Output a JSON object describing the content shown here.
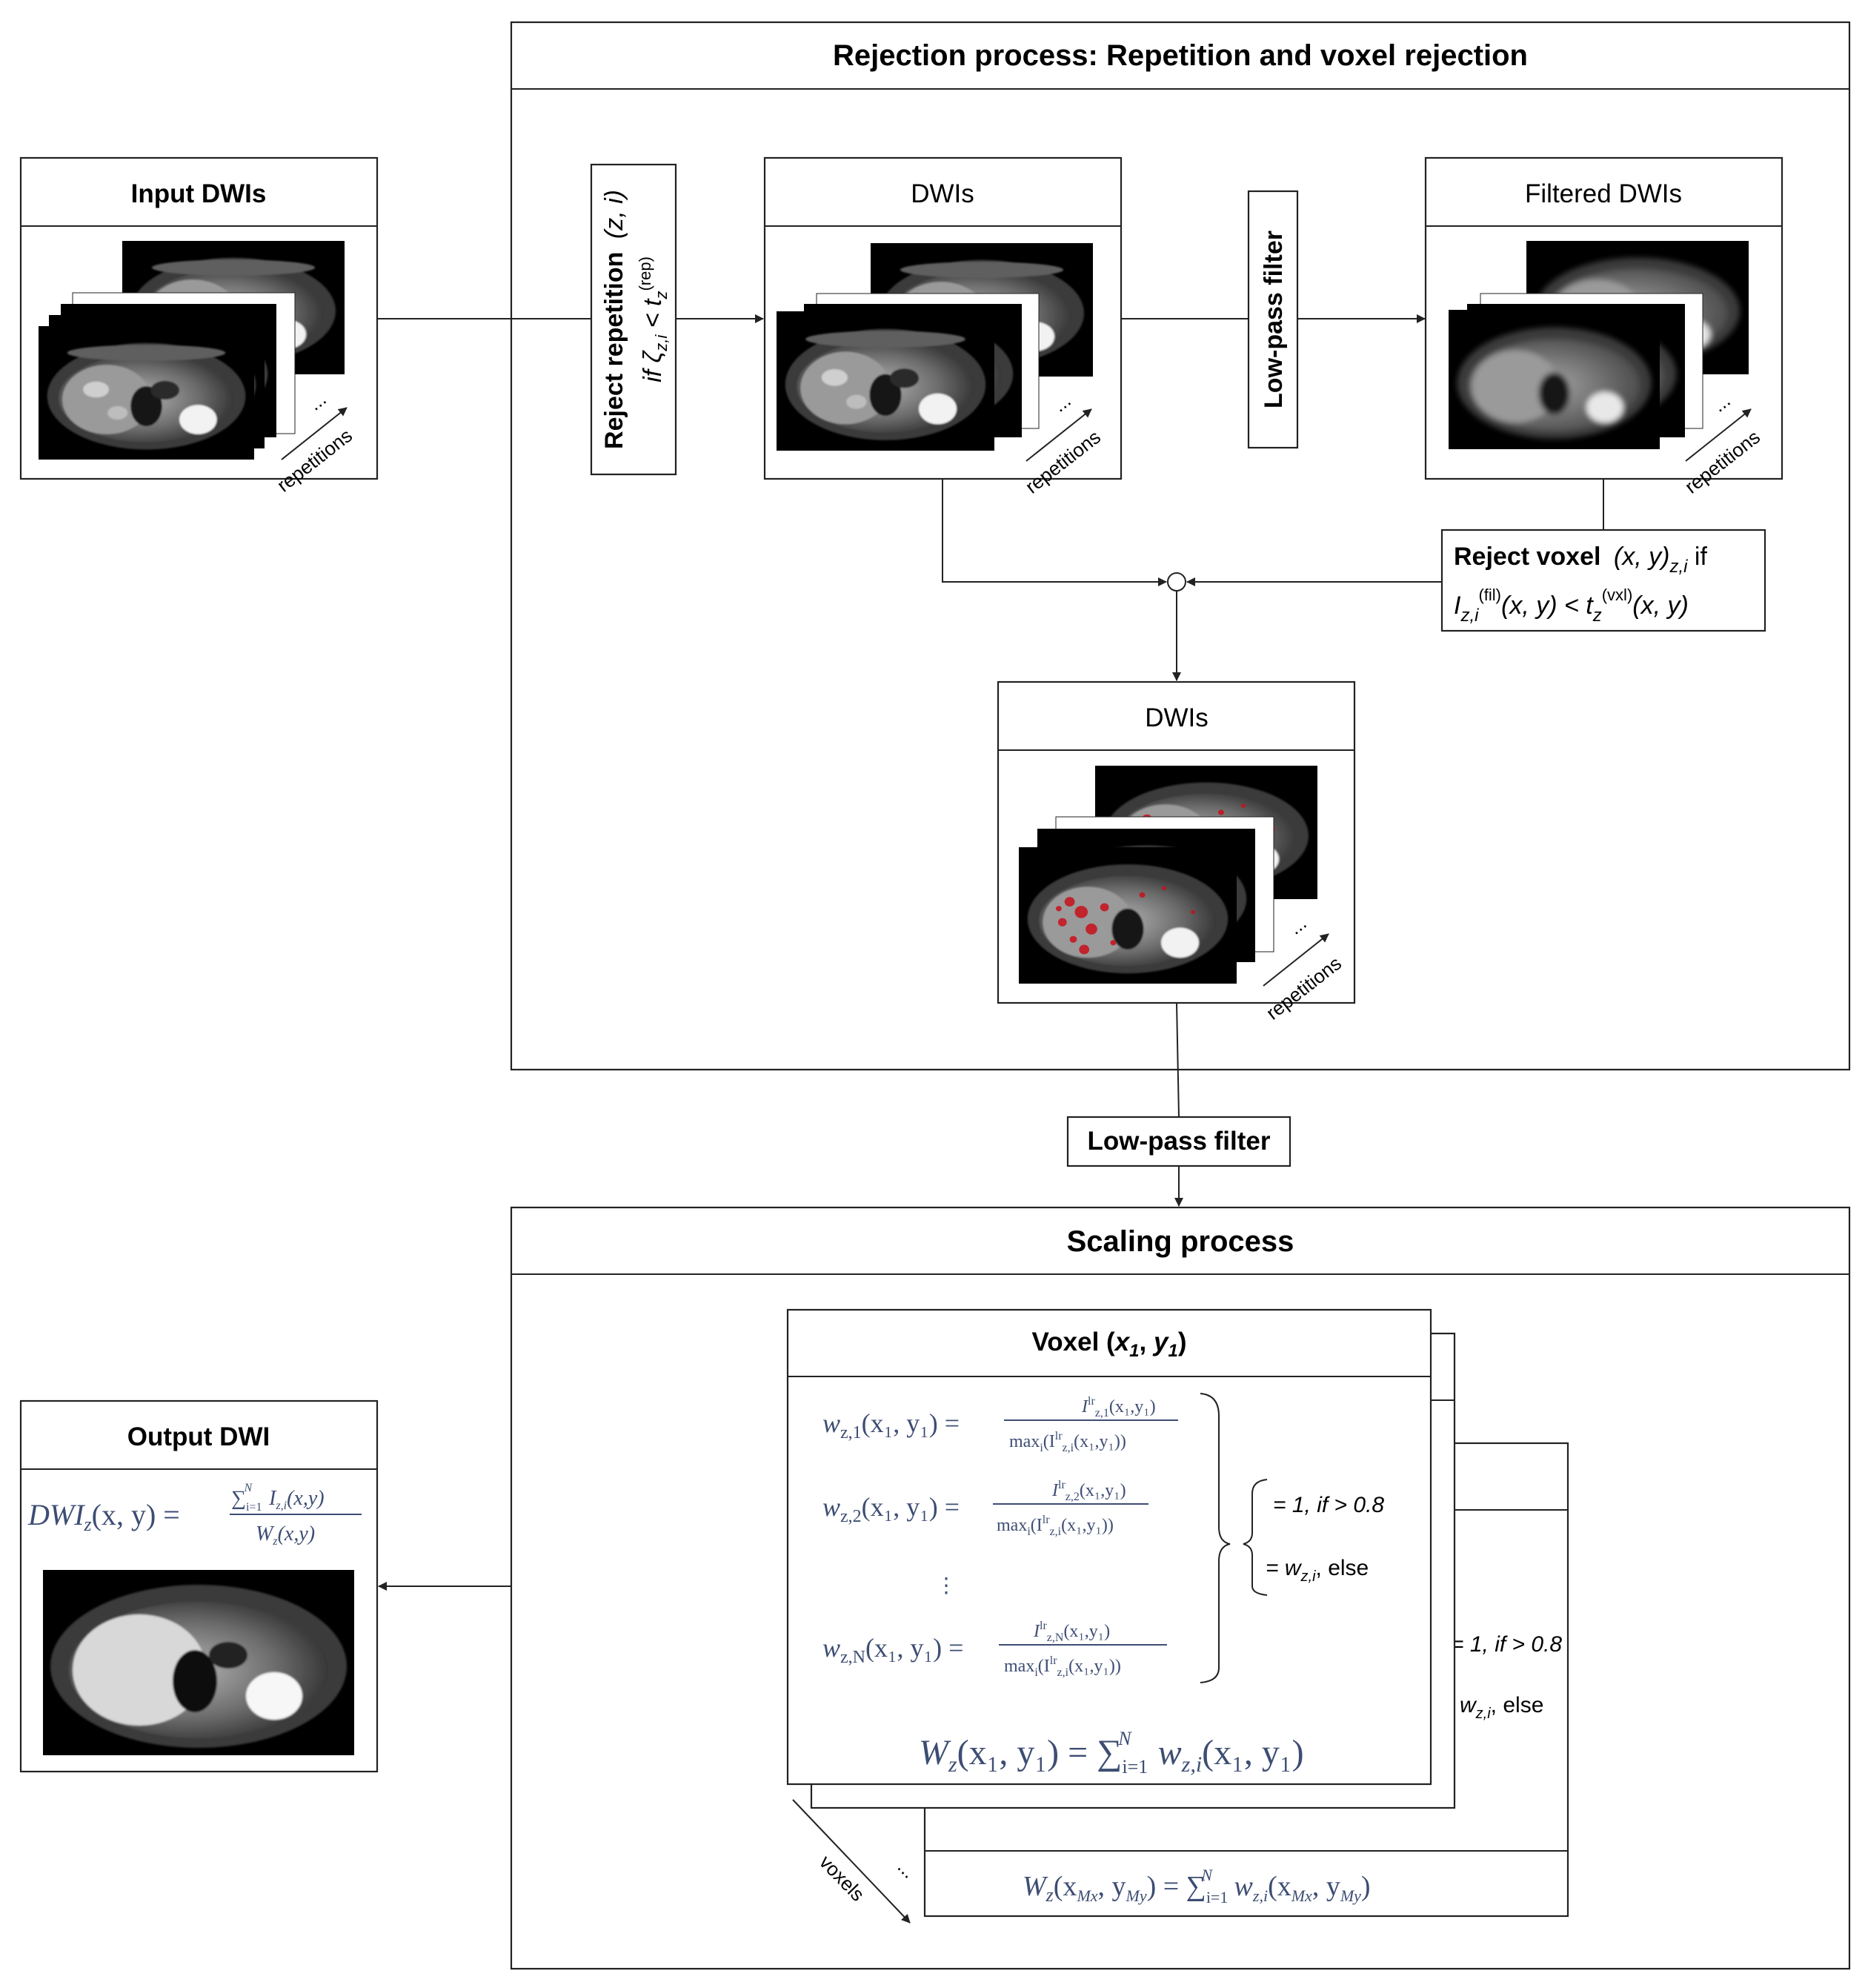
{
  "rejection_process": {
    "title": "Rejection process: Repetition and voxel rejection",
    "dwis_label": "DWIs",
    "filtered_label": "Filtered DWIs",
    "lowpass_label": "Low-pass filter",
    "reject_repetition_title": "Reject repetition",
    "reject_repetition_vars": "(z, i)",
    "reject_repetition_cond": "if ζ",
    "reject_repetition_sub": "z,i",
    "reject_repetition_lt": " < t",
    "reject_repetition_tsub": "z",
    "reject_repetition_sup": "(rep)",
    "reject_voxel_title": "Reject voxel",
    "reject_voxel_vars": "(x, y)",
    "reject_voxel_sub": "z,i",
    "reject_voxel_if": " if",
    "reject_voxel_I": "I",
    "reject_voxel_Isub": "z,i",
    "reject_voxel_Isup": "(fil)",
    "reject_voxel_mid": "(x, y) < t",
    "reject_voxel_tsub": "z",
    "reject_voxel_tsup": "(vxl)",
    "reject_voxel_end": "(x, y)",
    "result_label": "DWIs"
  },
  "input": {
    "title": "Input DWIs"
  },
  "repetitions_label": "repetitions",
  "ellipsis": "...",
  "lowpass_between": "Low-pass filter",
  "scaling_process": {
    "title": "Scaling process",
    "voxel_title_prefix": "Voxel (",
    "voxel_x": "x",
    "voxel_sub1": "1",
    "voxel_sep": ", ",
    "voxel_y": "y",
    "voxel_close": ")",
    "w1": "w",
    "w_sub_1": "z,1",
    "w_sub_2": "z,2",
    "w_sub_N": "z,N",
    "w_args": "(x₁, y₁) =",
    "frac_num_1": "I",
    "frac_num_sub_1": "z,1",
    "frac_num_sub_2": "z,2",
    "frac_num_sub_N": "z,N",
    "frac_num_sup": "lr",
    "frac_num_args": "(x₁,y₁)",
    "frac_den": "max",
    "frac_den_sub": "i",
    "frac_den_inner": "(I",
    "frac_den_inner_sub": "z,i",
    "frac_den_inner_args": "(x₁,y₁))",
    "vdots": "⋮",
    "cond_one": "= 1, if > 0.8",
    "cond_else_prefix": "= w",
    "cond_else_sub": "z,i",
    "cond_else_suffix": ", else",
    "back_cond_one": "= 1, if > 0.8",
    "back_cond_else_prefix": "w",
    "back_cond_else_suffix": ", else",
    "W_eq": "W",
    "W_sub": "z",
    "W_args": "(x₁, y₁) = ",
    "W_sum": "∑",
    "W_sum_sub": "i=1",
    "W_sum_sup": "N",
    "W_rhs": " w",
    "W_rhs_sub": "z,i",
    "W_rhs_args": "(x₁, y₁)",
    "back_W_eq": "W",
    "back_W_sub": "z",
    "back_W_args": "(x",
    "back_W_argsub": "Mx",
    "back_W_args2": ", y",
    "back_W_argsub2": "My",
    "back_W_args3": ") = ",
    "back_W_rhs": " w",
    "back_W_rhs_args": "(x",
    "back_W_rhs_args2": ", y",
    "back_W_rhs_args3": ")",
    "voxels_label": "voxels"
  },
  "output": {
    "title": "Output DWI",
    "lhs": "DWI",
    "lhs_sub": "z",
    "lhs_args": "(x, y) =",
    "num_sum": "∑",
    "num_sum_sub": "i=1",
    "num_sum_sup": "N",
    "num_I": " I",
    "num_I_sub": "z,i",
    "num_args": "(x,y)",
    "den_W": "W",
    "den_W_sub": "z",
    "den_args": "(x,y)"
  },
  "colors": {
    "equation_blue": "#3d4d73",
    "overlay_red": "#c8101a",
    "image_bg": "#000000"
  }
}
